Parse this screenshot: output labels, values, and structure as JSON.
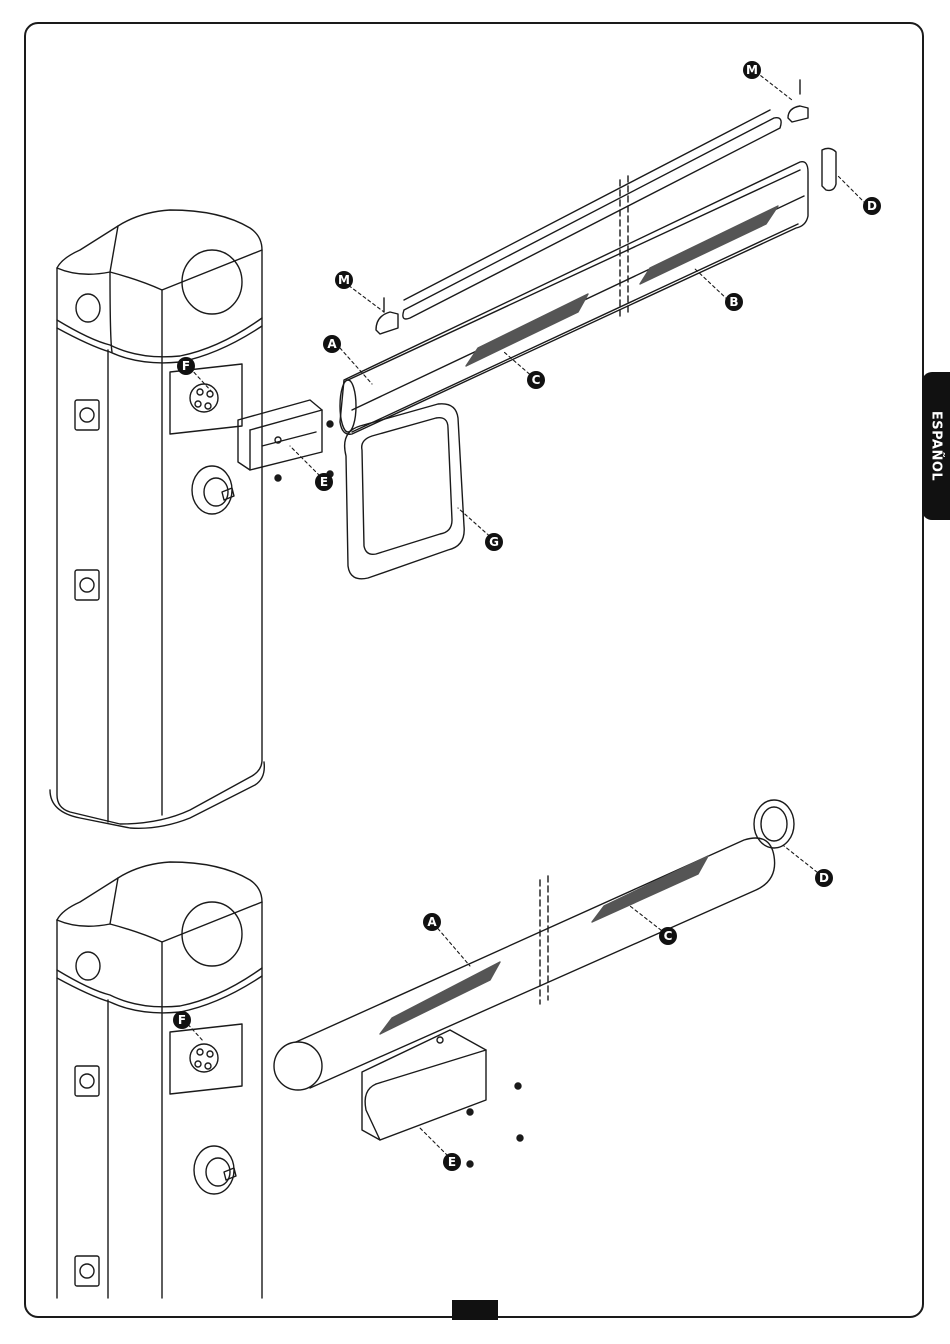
{
  "side_tab": {
    "label": "ESPAÑOL"
  },
  "labels": {
    "A": "A",
    "B": "B",
    "C": "C",
    "D": "D",
    "E": "E",
    "F": "F",
    "G": "G",
    "M": "M"
  }
}
